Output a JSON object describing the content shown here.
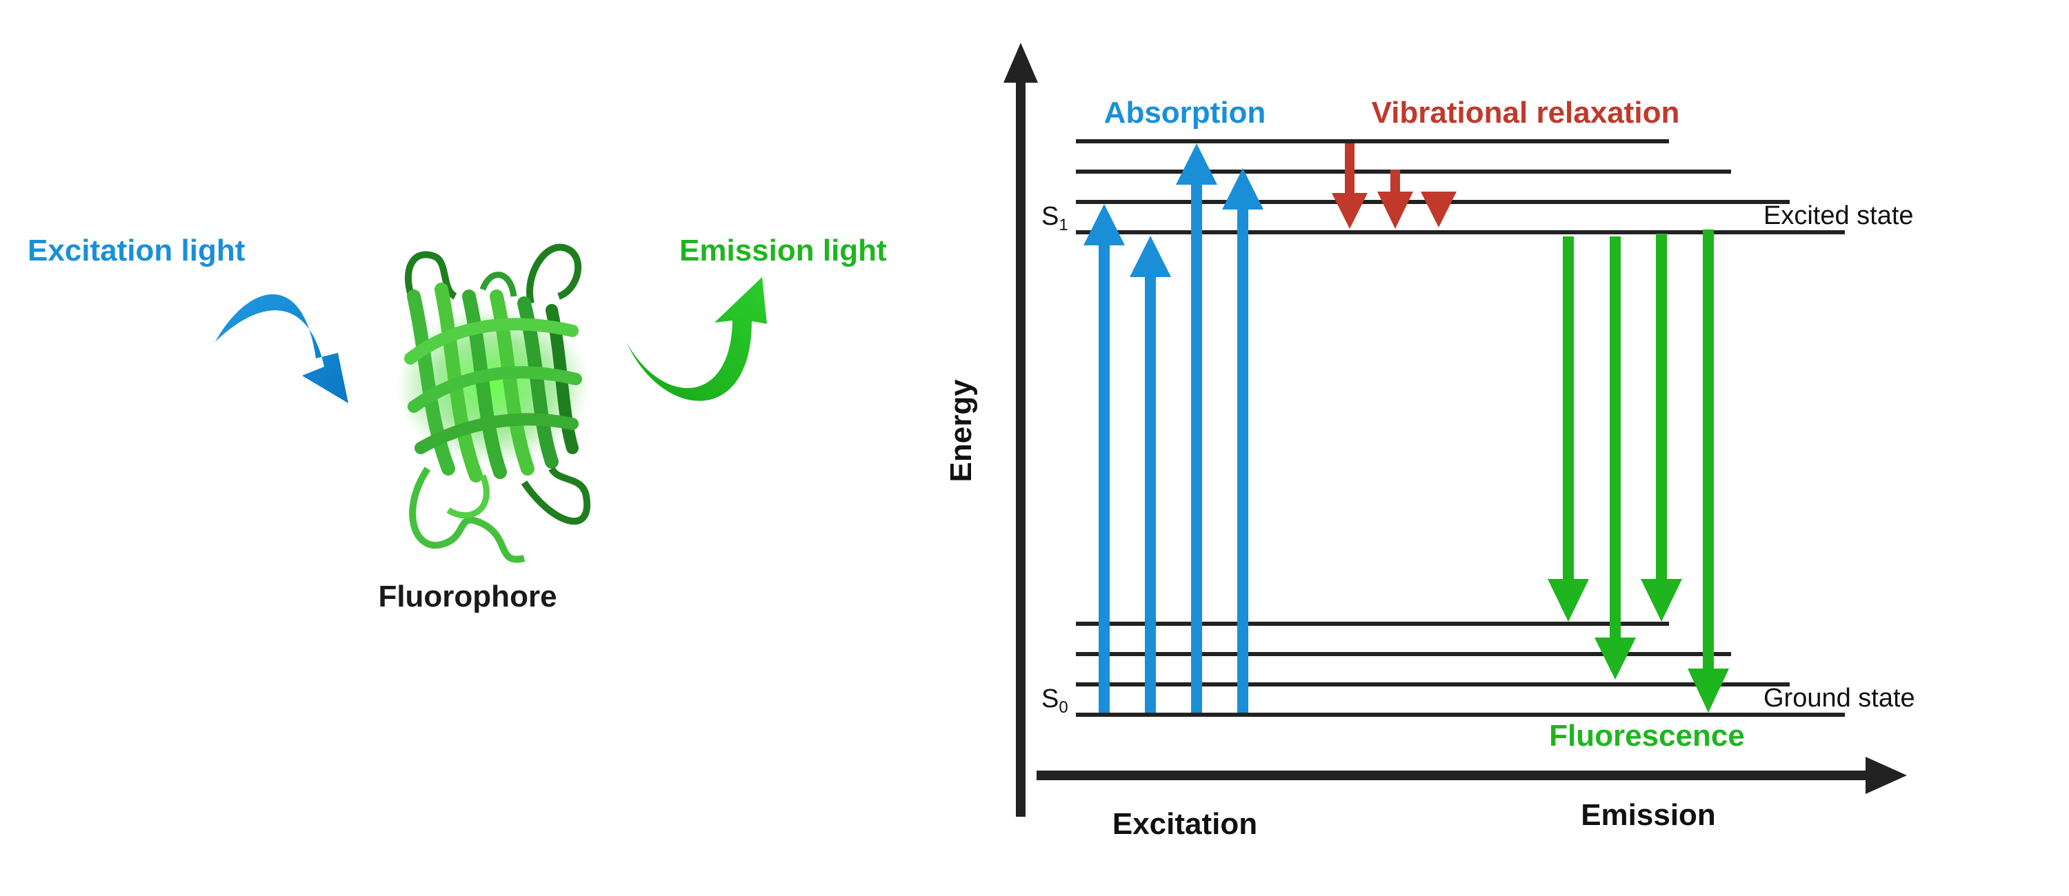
{
  "left_panel": {
    "excitation_light": "Excitation light",
    "emission_light": "Emission light",
    "fluorophore_label": "Fluorophore"
  },
  "jablonski": {
    "y_axis_label": "Energy",
    "x_axis_left_label": "Excitation",
    "x_axis_right_label": "Emission",
    "absorption_label": "Absorption",
    "vibrational_relaxation_label": "Vibrational relaxation",
    "fluorescence_label": "Fluorescence",
    "s1_symbol": "S",
    "s1_subscript": "1",
    "s0_symbol": "S",
    "s0_subscript": "0",
    "excited_state_label": "Excited state",
    "ground_state_label": "Ground state"
  },
  "colors": {
    "absorption": "#1a8fd8",
    "relaxation": "#c0392b",
    "fluorescence": "#1fb51f",
    "axis": "#222222",
    "protein_light": "#4cc63a",
    "protein_dark": "#1f7f1f"
  },
  "icons": [
    "excitation-arrow-icon",
    "emission-arrow-icon",
    "fluorophore-protein-icon"
  ]
}
